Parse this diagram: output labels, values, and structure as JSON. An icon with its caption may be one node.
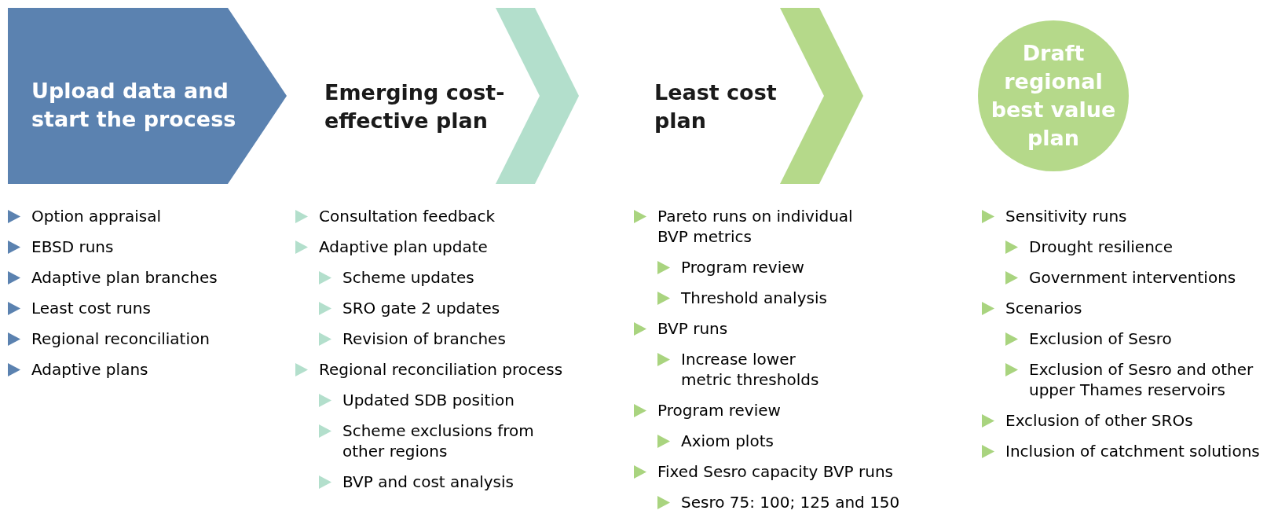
{
  "diagram": {
    "nodes": [
      {
        "text": [
          "Upload data and start the process"
        ],
        "beside": [
          "Option appraisal",
          "EBSD runs",
          "Adaptive plan branches",
          "Least cost runs",
          "Regional reconciliation",
          "Adaptive plans"
        ]
      },
      {
        "text": [
          "Emerging cost-effective plan"
        ],
        "beside": [
          "Consultation feedback",
          "Adaptive plan update",
          "Scheme updates",
          "SRO gate 2 updates",
          "Revision of branches",
          "Regional reconciliation process",
          "Updated SDB position",
          "Scheme exclusions from other regions",
          "BVP and cost analysis"
        ]
      },
      {
        "text": [
          "Least cost plan"
        ],
        "beside": [
          "Pareto runs on individual BVP metrics",
          "Program review",
          "Threshold analysis",
          "BVP runs",
          "Increase lower metric thresholds",
          "Program review",
          "Axiom plots",
          "Fixed Sesro capacity BVP runs",
          "Sesro 75: 100; 125 and 150"
        ]
      },
      {
        "text": [
          "Draft regional best value plan"
        ],
        "beside": [
          "Sensitivity runs",
          "Drought resilience",
          "Government interventions",
          "Scenarios",
          "Exclusion of Sesro",
          "Exclusion of Sesro and other upper Thames reservoirs",
          "Exclusion of other SROs",
          "Inclusion of catchment solutions"
        ]
      }
    ],
    "edges": [
      {
        "from": 1,
        "to": 2,
        "arrow": "to",
        "color": "#b3dfcc"
      },
      {
        "from": 2,
        "to": 3,
        "arrow": "to",
        "color": "#b5d98a"
      }
    ]
  }
}
